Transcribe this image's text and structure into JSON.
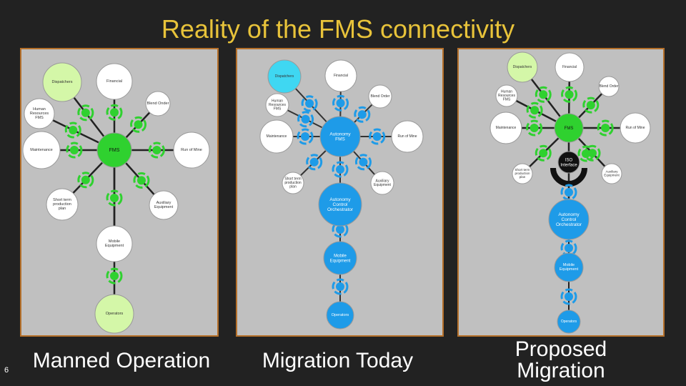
{
  "slide": {
    "title": "Reality of the FMS connectivity",
    "number": "6",
    "colors": {
      "background": "#222222",
      "title": "#e8c33a",
      "panel": "#c0c0c0",
      "panel_border": "#b5702a",
      "green": "#2fd12f",
      "light_green": "#d4f7a8",
      "blue": "#1e9be8",
      "light_blue": "#3fd7f2",
      "black": "#111111"
    }
  },
  "panels": [
    {
      "caption": "Manned Operation",
      "hub": "FMS",
      "nodes": {
        "dispatchers": "Dispatchers",
        "financial": "Financial",
        "blend_onder": "Blend Onder",
        "hr_fms": [
          "Human",
          "Resources",
          "FMS"
        ],
        "maintenance": "Maintenance",
        "run_of_mine": "Run of Mine",
        "short_term": [
          "Short term",
          "production",
          "plan"
        ],
        "auxiliary": [
          "Auxiliary",
          "Equipment"
        ],
        "mobile": [
          "Mobile",
          "Equipment"
        ],
        "operators": "Operators"
      }
    },
    {
      "caption": "Migration Today",
      "hub": [
        "Autonomy",
        "FMS"
      ],
      "orchestrator": [
        "Autonomy",
        "Control",
        "Orchestrator"
      ],
      "nodes": {
        "dispatchers": "Dispatchers",
        "financial": "Financial",
        "blend_order": "Blend Order",
        "hr_fms": [
          "Human",
          "Resources",
          "FMS"
        ],
        "maintenance": "Maintenance",
        "run_of_mine": "Run of Mine",
        "short_term": [
          "Short term",
          "production",
          "plan"
        ],
        "auxiliary": [
          "Auxiliary",
          "Equipment"
        ],
        "mobile": [
          "Mobile",
          "Equipment"
        ],
        "operators": "Operators"
      }
    },
    {
      "caption": [
        "Proposed",
        "Migration"
      ],
      "hub": "FMS",
      "interface": [
        "ISO",
        "Interface"
      ],
      "orchestrator": [
        "Autonomy",
        "Control",
        "Orchestrator"
      ],
      "nodes": {
        "dispatchers": "Dispatchers",
        "financial": "Financial",
        "blend_order": "Blend Order",
        "hr_fms": [
          "Human",
          "Resources",
          "FMS"
        ],
        "maintenance": "Maintenance",
        "run_of_mine": "Run of Mine",
        "short_term": [
          "Short term",
          "production",
          "plan"
        ],
        "auxiliary": [
          "Auxiliary",
          "Equipment"
        ],
        "mobile": [
          "Mobile",
          "Equipment"
        ],
        "operators": "Operators"
      }
    }
  ]
}
